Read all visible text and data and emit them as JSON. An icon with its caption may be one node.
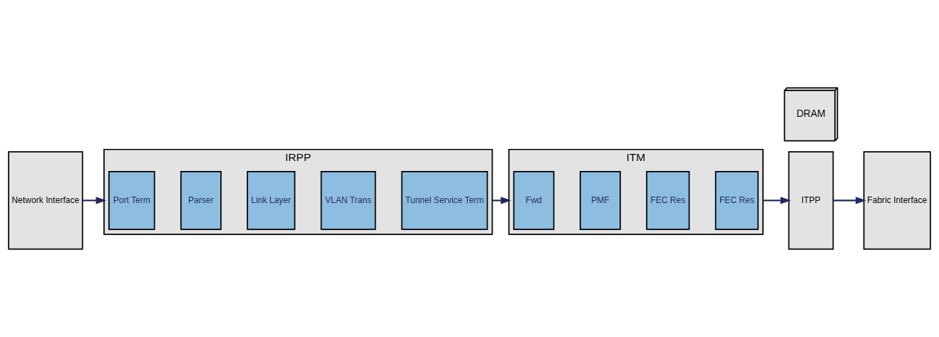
{
  "diagram": {
    "nodes": [
      {
        "text": [
          "Network Interface"
        ]
      },
      {
        "text": [
          "IRPP"
        ]
      },
      {
        "text": [
          "Port Term"
        ],
        "in": 1
      },
      {
        "text": [
          "Parser"
        ],
        "in": 1
      },
      {
        "text": [
          "Link Layer"
        ],
        "in": 1
      },
      {
        "text": [
          "VLAN Trans"
        ],
        "in": 1
      },
      {
        "text": [
          "Tunnel Service Term"
        ],
        "in": 1
      },
      {
        "text": [
          "ITM"
        ]
      },
      {
        "text": [
          "Fwd"
        ],
        "in": 7
      },
      {
        "text": [
          "PMF"
        ],
        "in": 7
      },
      {
        "text": [
          "FEC Res"
        ],
        "in": 7
      },
      {
        "text": [
          "FEC Res"
        ],
        "in": 7
      },
      {
        "text": [
          "ITPP"
        ]
      },
      {
        "text": [
          "Fabric Interface"
        ]
      },
      {
        "text": [
          "DRAM"
        ]
      }
    ],
    "edges": [
      {
        "from": 0,
        "to": 1,
        "arrow": "to"
      },
      {
        "from": 1,
        "to": 7,
        "arrow": "to"
      },
      {
        "from": 7,
        "to": 12,
        "arrow": "to"
      },
      {
        "from": 12,
        "to": 13,
        "arrow": "to"
      }
    ]
  }
}
